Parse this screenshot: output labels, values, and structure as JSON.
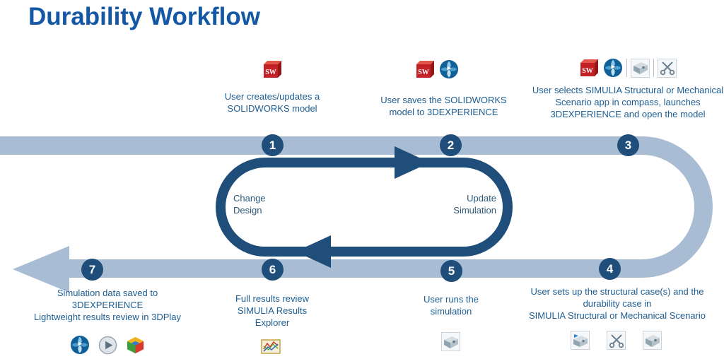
{
  "title": "Durability Workflow",
  "loop": {
    "change": [
      "Change",
      "Design"
    ],
    "update": [
      "Update",
      "Simulation"
    ]
  },
  "steps": [
    {
      "number": "1",
      "lines": [
        "User creates/updates a",
        "SOLIDWORKS model"
      ],
      "icons": [
        "solidworks-icon"
      ]
    },
    {
      "number": "2",
      "lines": [
        "User saves the SOLIDWORKS",
        "model to 3DEXPERIENCE"
      ],
      "icons": [
        "solidworks-icon",
        "3dexperience-compass-icon"
      ]
    },
    {
      "number": "3",
      "lines": [
        "User selects SIMULIA Structural or Mechanical",
        "Scenario app in compass, launches",
        "3DEXPERIENCE and open the model"
      ],
      "icons": [
        "solidworks-icon",
        "3dexperience-compass-icon",
        "structural-scenario-icon",
        "mechanical-scenario-icon"
      ]
    },
    {
      "number": "4",
      "lines": [
        "User sets up the structural case(s) and the",
        "durability case in",
        "SIMULIA Structural or Mechanical Scenario"
      ],
      "icons": [
        "structural-scenario-icon",
        "durability-scenario-icon",
        "mechanical-scenario-icon"
      ]
    },
    {
      "number": "5",
      "lines": [
        "User runs the",
        "simulation"
      ],
      "icons": [
        "simulation-run-icon"
      ]
    },
    {
      "number": "6",
      "lines": [
        "Full results review",
        "SIMULIA Results",
        "Explorer"
      ],
      "icons": [
        "results-explorer-icon"
      ]
    },
    {
      "number": "7",
      "lines": [
        "Simulation data saved to",
        "3DEXPERIENCE",
        "Lightweight results review in 3DPlay"
      ],
      "icons": [
        "3dexperience-compass-icon",
        "play-icon",
        "3dplay-icon"
      ]
    }
  ],
  "icon_labels": {
    "solidworks": "SW"
  },
  "colors": {
    "title": "#1458a5",
    "step_text": "#1d5d92",
    "loop_stroke": "#1e4e79",
    "loop_text": "#2d5978",
    "circle_bg": "#1e4e79",
    "circle_text": "#ffffff",
    "arrow": "#a8bcd4",
    "background": "#ffffff"
  }
}
